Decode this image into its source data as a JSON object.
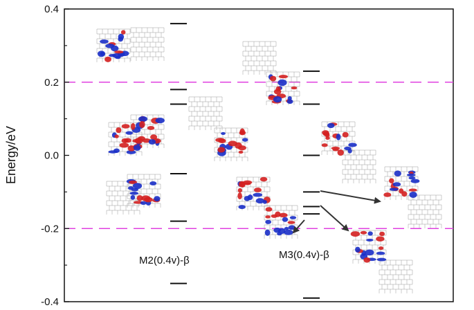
{
  "chart_data": {
    "type": "scatter",
    "title": "",
    "ylabel": "Energy/eV",
    "xlabel": "",
    "ylim": [
      -0.4,
      0.4
    ],
    "yticks": [
      0.4,
      0.2,
      0.0,
      -0.2,
      -0.4
    ],
    "ytick_labels": [
      "0.4",
      "0.2",
      "0.0",
      "-0.2",
      "-0.4"
    ],
    "reference_lines": [
      {
        "y": 0.2,
        "style": "dashed",
        "color": "#e040e0"
      },
      {
        "y": -0.2,
        "style": "dashed",
        "color": "#e040e0"
      }
    ],
    "series": [
      {
        "label_text": "M2(0.4v)-β",
        "levels": [
          0.36,
          0.18,
          0.14,
          -0.05,
          -0.18,
          -0.35
        ]
      },
      {
        "label_text": "M3(0.4v)-β",
        "levels": [
          0.23,
          0.14,
          0.0,
          -0.1,
          -0.14,
          -0.16,
          -0.39
        ]
      }
    ],
    "orbital_images": [
      "M2 orbital 1",
      "M2 orbital 2",
      "M2 orbital 3",
      "M2 orbital 4",
      "M3 orbital 1",
      "M3 orbital 2",
      "M3 orbital 3",
      "M3 orbital 4",
      "M3 orbital 5",
      "M3 orbital 6",
      "M3 orbital 7"
    ],
    "colors": {
      "levels": "#111111",
      "reference": "#e040e0",
      "lobe_positive": "#d42020",
      "lobe_negative": "#1a2fc8",
      "lattice": "#9a9a9a",
      "arrow": "#333333"
    }
  }
}
